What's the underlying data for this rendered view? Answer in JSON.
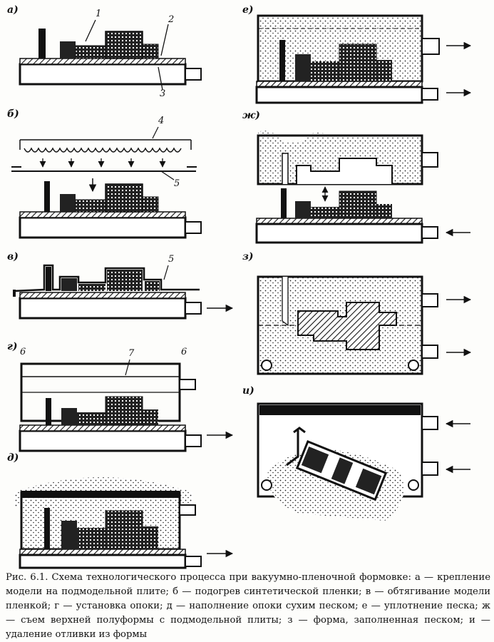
{
  "figure": {
    "panels": [
      {
        "id": "a",
        "label": "а)",
        "numbers": [
          "1",
          "2",
          "3"
        ]
      },
      {
        "id": "b",
        "label": "б)",
        "numbers": [
          "4",
          "5"
        ]
      },
      {
        "id": "v",
        "label": "в)",
        "numbers": [
          "5"
        ]
      },
      {
        "id": "g",
        "label": "г)",
        "numbers": [
          "6",
          "7",
          "6"
        ]
      },
      {
        "id": "d",
        "label": "д)",
        "numbers": []
      },
      {
        "id": "e",
        "label": "е)",
        "numbers": []
      },
      {
        "id": "zh",
        "label": "ж)",
        "numbers": []
      },
      {
        "id": "z",
        "label": "з)",
        "numbers": []
      },
      {
        "id": "i",
        "label": "и)",
        "numbers": []
      }
    ],
    "caption": "Рис. 6.1. Схема технологического процесса при вакуумно-пленочной формовке: а — крепление модели на подмодельной плите; б — подогрев синтетической пленки; в — обтягивание модели пленкой; г — установка опоки; д — наполнение опоки сухим песком; е — уплотнение песка; ж — съем верхней полуформы с подмодельной плиты; з — форма, заполненная песком; и — удаление отливки из формы"
  },
  "colors": {
    "ink": "#111111",
    "paper": "#fdfdfb",
    "sand": "#d9d9d4"
  }
}
